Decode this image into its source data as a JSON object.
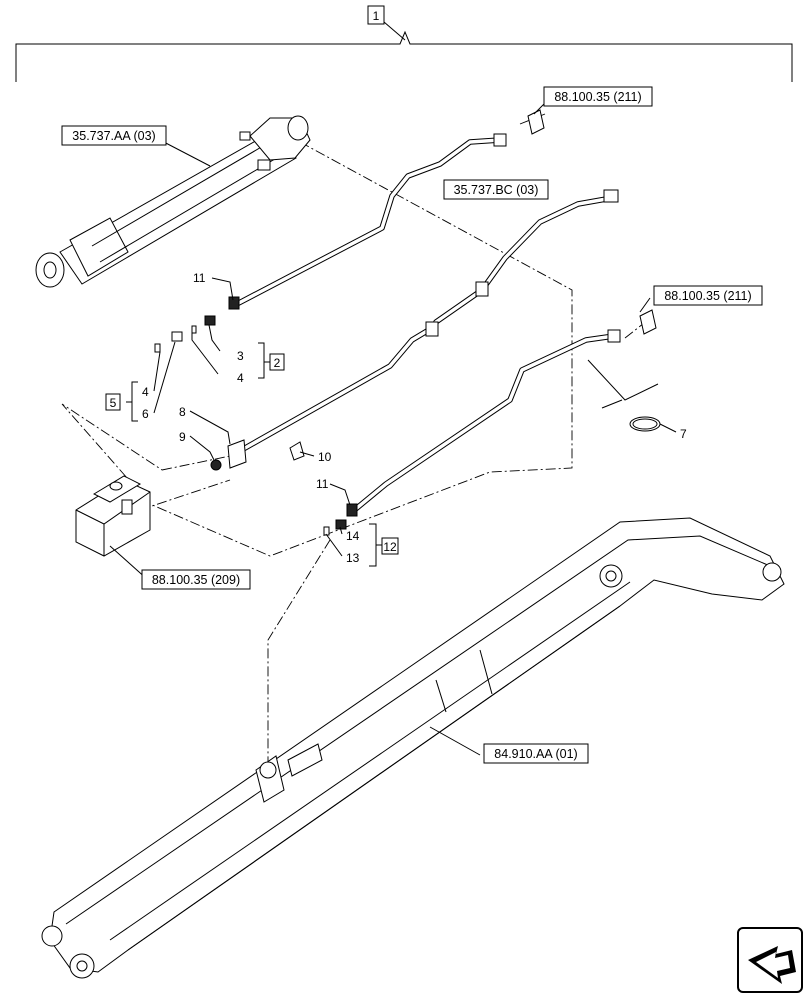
{
  "assembly": {
    "number": "1"
  },
  "references": {
    "cylinder": "35.737.AA (03)",
    "hose": "35.737.BC (03)",
    "pipe_connection_upper": "88.100.35 (211)",
    "pipe_connection_lower": "88.100.35 (211)",
    "valve_block": "88.100.35 (209)",
    "boom": "84.910.AA (01)"
  },
  "callouts": {
    "p11_top": "11",
    "p3": "3",
    "p4_right": "4",
    "kit2": "2",
    "kit5": "5",
    "p4_left": "4",
    "p6": "6",
    "p8": "8",
    "p9": "9",
    "p10": "10",
    "p11_bottom": "11",
    "p14": "14",
    "p13": "13",
    "kit12": "12",
    "p7": "7"
  }
}
